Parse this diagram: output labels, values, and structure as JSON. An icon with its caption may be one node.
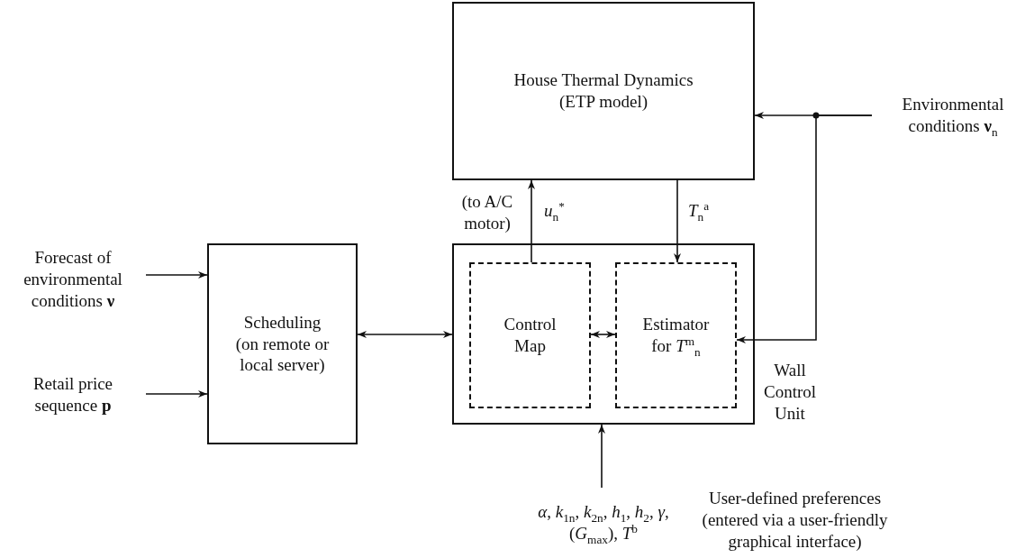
{
  "diagram": {
    "nodes": [
      {
        "text": [
          "House Thermal Dynamics",
          "(ETP model)"
        ]
      },
      {
        "text": [
          "Environmental conditions **ν**$_{n}$"
        ]
      },
      {
        "text": [
          "Forecast of environmental conditions **ν**"
        ]
      },
      {
        "text": [
          "Retail price sequence **p**"
        ]
      },
      {
        "text": [
          "Scheduling (on remote or local server)"
        ]
      },
      {
        "text": [],
        "shape": "box",
        "beside": [
          "Wall Control Unit"
        ]
      },
      {
        "text": [
          "Control Map"
        ],
        "in": 5
      },
      {
        "text": [
          "Estimator for *T*$^{m}$$_{n}$"
        ],
        "in": 5
      },
      {
        "text": [
          "*α*, *k*$_{1n}$, *k*$_{2n}$, *h*$_{1}$, *h*$_{2}$, *γ*, (*G*$_{max}$), *T*$^{b}$"
        ]
      }
    ],
    "edges": [
      {
        "from": 1,
        "to": 0,
        "arrow": "to"
      },
      {
        "from": 1,
        "to": 7,
        "arrow": "to"
      },
      {
        "from": 6,
        "to": 0,
        "arrow": "to",
        "label": "*u*$_{n}$$^{*}$"
      },
      {
        "from": 0,
        "to": 7,
        "arrow": "to",
        "label": "*T*$_{n}$$^{a}$"
      },
      {
        "from": 2,
        "to": 4,
        "arrow": "to"
      },
      {
        "from": 3,
        "to": 4,
        "arrow": "to"
      },
      {
        "from": 4,
        "to": 5,
        "arrow": "both"
      },
      {
        "from": 6,
        "to": 7,
        "arrow": "both"
      },
      {
        "from": 8,
        "to": 5,
        "arrow": "to"
      }
    ],
    "labels": [
      "(to A/C motor)",
      "User-defined preferences (entered via a user-friendly graphical interface)"
    ]
  }
}
